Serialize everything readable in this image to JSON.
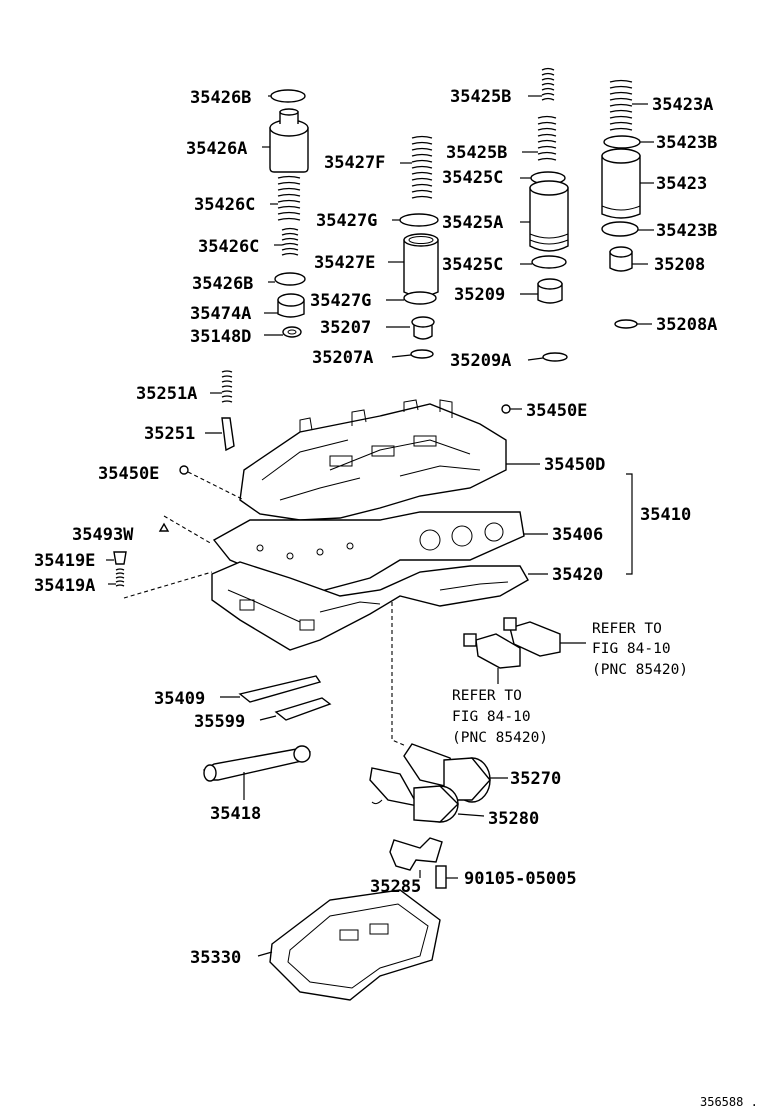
{
  "labels": {
    "p35426B_top": "35426B",
    "p35426A": "35426A",
    "p35426C_1": "35426C",
    "p35426C_2": "35426C",
    "p35426B_bot": "35426B",
    "p35474A": "35474A",
    "p35148D": "35148D",
    "p35427F": "35427F",
    "p35427G_top": "35427G",
    "p35427E": "35427E",
    "p35427G_bot": "35427G",
    "p35207": "35207",
    "p35207A": "35207A",
    "p35425B_top": "35425B",
    "p35425B_mid": "35425B",
    "p35425C_top": "35425C",
    "p35425A": "35425A",
    "p35425C_bot": "35425C",
    "p35209": "35209",
    "p35209A": "35209A",
    "p35423A": "35423A",
    "p35423B_top": "35423B",
    "p35423": "35423",
    "p35423B_bot": "35423B",
    "p35208": "35208",
    "p35208A": "35208A",
    "p35251A": "35251A",
    "p35251": "35251",
    "p35450E_right": "35450E",
    "p35450E_left": "35450E",
    "p35450D": "35450D",
    "p35410": "35410",
    "p35406": "35406",
    "p35420": "35420",
    "p35493W": "35493W",
    "p35419E": "35419E",
    "p35419A": "35419A",
    "p35409": "35409",
    "p35599": "35599",
    "p35418": "35418",
    "p35270": "35270",
    "p35280": "35280",
    "p35285": "35285",
    "p90105": "90105-05005",
    "p35330": "35330"
  },
  "refs": {
    "right": {
      "line1": "REFER TO",
      "line2": "FIG 84-10",
      "line3": "(PNC 85420)"
    },
    "left": {
      "line1": "REFER TO",
      "line2": "FIG 84-10",
      "line3": "(PNC 85420)"
    }
  },
  "catalog_number": "356588 ."
}
